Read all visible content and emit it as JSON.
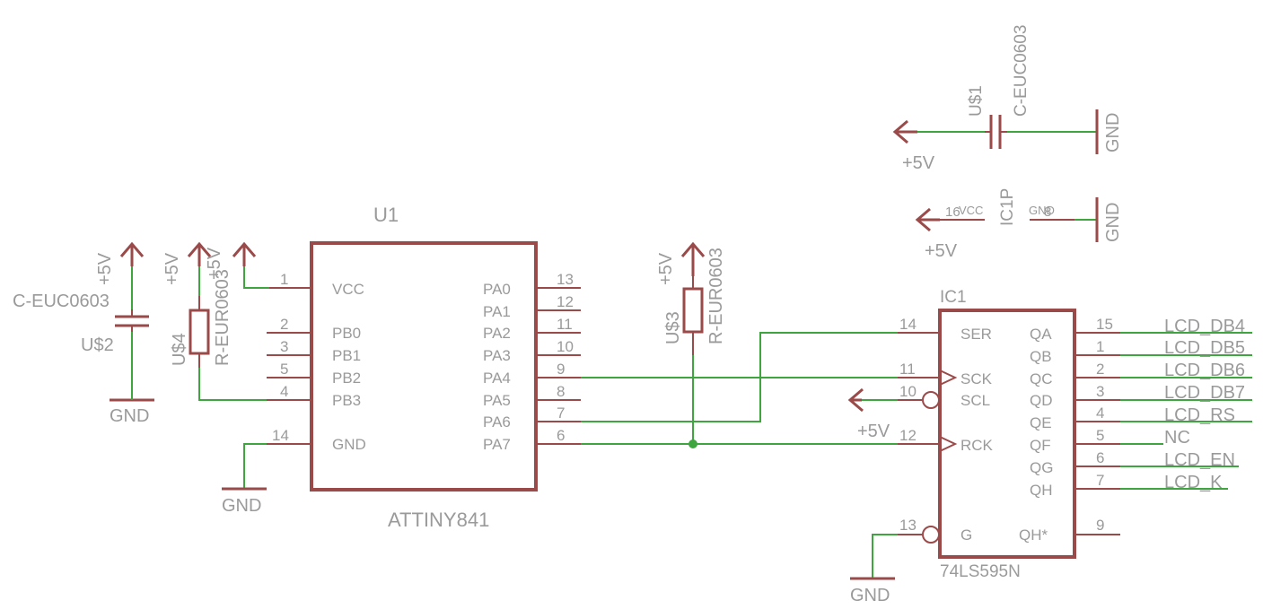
{
  "colors": {
    "wire": "#3fa63f",
    "symbol": "#9b4a4a",
    "text": "#9a9a9a",
    "background": "#ffffff"
  },
  "u1": {
    "name": "U1",
    "value": "ATTINY841",
    "pins": [
      {
        "num": "1",
        "name": "VCC"
      },
      {
        "num": "2",
        "name": "PB0"
      },
      {
        "num": "3",
        "name": "PB1"
      },
      {
        "num": "5",
        "name": "PB2"
      },
      {
        "num": "4",
        "name": "PB3"
      },
      {
        "num": "14",
        "name": "GND"
      },
      {
        "num": "13",
        "name": "PA0"
      },
      {
        "num": "12",
        "name": "PA1"
      },
      {
        "num": "11",
        "name": "PA2"
      },
      {
        "num": "10",
        "name": "PA3"
      },
      {
        "num": "9",
        "name": "PA4"
      },
      {
        "num": "8",
        "name": "PA5"
      },
      {
        "num": "7",
        "name": "PA6"
      },
      {
        "num": "6",
        "name": "PA7"
      }
    ]
  },
  "ic1": {
    "name": "IC1",
    "value": "74LS595N",
    "left_pins": [
      {
        "num": "14",
        "name": "SER"
      },
      {
        "num": "11",
        "name": "SCK"
      },
      {
        "num": "10",
        "name": "SCL"
      },
      {
        "num": "12",
        "name": "RCK"
      },
      {
        "num": "13",
        "name": "G"
      }
    ],
    "right_pins": [
      {
        "num": "15",
        "name": "QA",
        "net": "LCD_DB4"
      },
      {
        "num": "1",
        "name": "QB",
        "net": "LCD_DB5"
      },
      {
        "num": "2",
        "name": "QC",
        "net": "LCD_DB6"
      },
      {
        "num": "3",
        "name": "QD",
        "net": "LCD_DB7"
      },
      {
        "num": "4",
        "name": "QE",
        "net": "LCD_RS"
      },
      {
        "num": "5",
        "name": "QF",
        "net": "NC"
      },
      {
        "num": "6",
        "name": "QG",
        "net": "LCD_EN"
      },
      {
        "num": "7",
        "name": "QH",
        "net": "LCD_K"
      },
      {
        "num": "9",
        "name": "QH*",
        "net": ""
      }
    ]
  },
  "ic1p": {
    "name": "IC1P",
    "vcc_num": "16",
    "vcc_name": "VCC",
    "gnd_num": "8",
    "gnd_name": "GND"
  },
  "caps": [
    {
      "name": "U$2",
      "value": "C-EUC0603"
    },
    {
      "name": "U$1",
      "value": "C-EUC0603"
    }
  ],
  "resistors": [
    {
      "name": "U$4",
      "value": "R-EUR0603"
    },
    {
      "name": "U$3",
      "value": "R-EUR0603"
    }
  ],
  "power": {
    "vcc": "+5V",
    "gnd": "GND"
  }
}
